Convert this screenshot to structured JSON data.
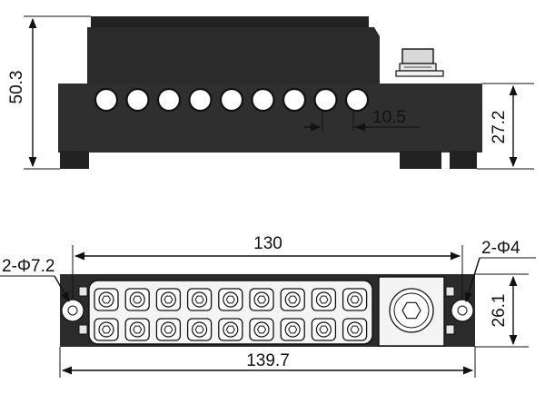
{
  "front_view": {
    "height_total": "50.3",
    "height_body": "27.2",
    "hole_pitch": "10.5",
    "hole_count": 9
  },
  "top_view": {
    "inner_length": "130",
    "outer_length": "139.7",
    "width": "26.1",
    "left_hole_label": "2-Φ7.2",
    "right_hole_label": "2-Φ4",
    "terminal_columns": 9,
    "terminal_rows": 2
  }
}
